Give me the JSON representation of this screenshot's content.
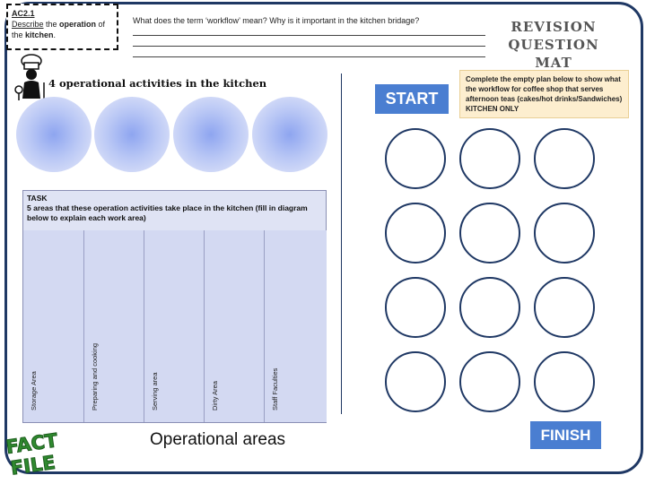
{
  "ac_box": {
    "code": "AC2.1",
    "line1_a": "Describe",
    "line1_b": " the ",
    "line1_c": "operation",
    "line1_d": " of",
    "line2_a": "the ",
    "line2_b": "kitchen",
    "line2_c": "."
  },
  "question": "What does the term ‘workflow’ mean?   Why is it important in the kitchen bridage?",
  "mat_title": {
    "line1": "Revision",
    "line2": "Question Mat"
  },
  "section_heading": "4 operational activities in the kitchen",
  "task": {
    "title": "TASK",
    "body": "5 areas that these operation activities take place in the kitchen (fill in diagram below to explain each work area)",
    "areas": [
      "Storage Area",
      "Preparing and cooking",
      "Serving area",
      "Dirty Area",
      "Staff Faculties"
    ]
  },
  "caption": "Operational areas",
  "note": "Complete the empty plan below to show what the workflow for coffee shop that serves afternoon teas (cakes/hot drinks/Sandwiches) KITCHEN ONLY",
  "start_label": "START",
  "finish_label": "FINISH",
  "fact_file": {
    "line1": "FACT",
    "line2": "FILE",
    "color": "#2f8a2f"
  },
  "colors": {
    "border": "#1f3864",
    "button": "#4a7ed1",
    "note_bg": "#fdeecf",
    "task_bg": "#dfe3f4"
  },
  "icons": [
    "chef-icon",
    "fact-file-stamp"
  ]
}
